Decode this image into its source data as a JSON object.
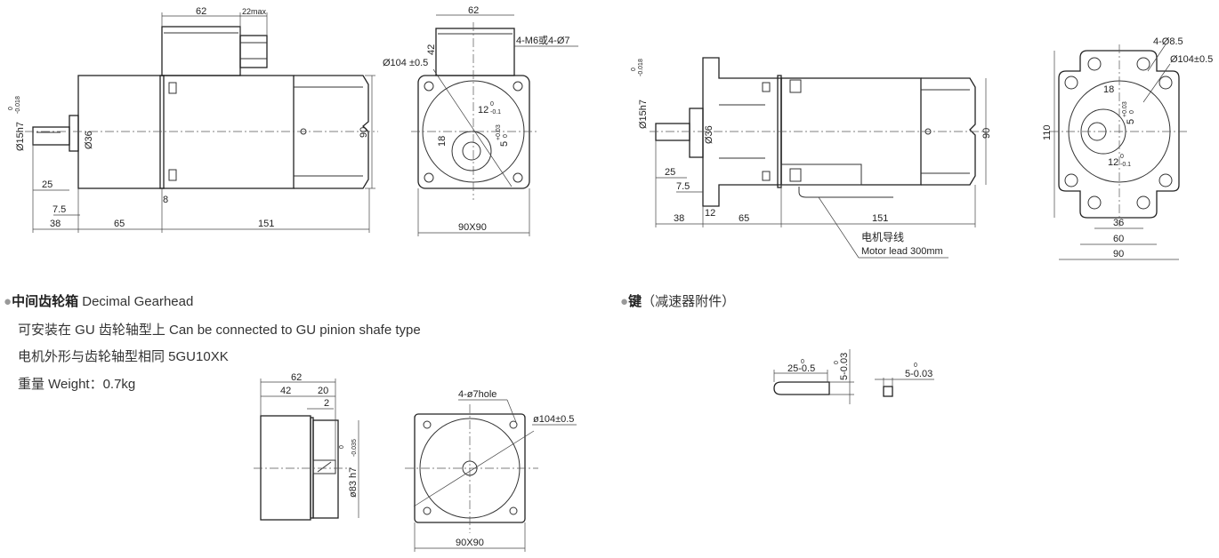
{
  "drawing_motor_a": {
    "side": {
      "d62": "62",
      "d22": "22max",
      "shaft_dia": "Ø15h7",
      "tol_up": "0",
      "tol_low": "-0.018",
      "boss": "Ø36",
      "height": "90",
      "d25": "25",
      "d75": "7.5",
      "d8": "8",
      "d38": "38",
      "d65": "65",
      "d151": "151"
    },
    "front": {
      "d62": "62",
      "d42": "42",
      "circle": "Ø104 ±0.5",
      "holes": "4-M6或4-Ø7",
      "d12": "12",
      "d12_up": "0",
      "d12_low": "-0.1",
      "d18": "18",
      "d5": "5",
      "d5_up": "+0.03",
      "d5_low": "0",
      "square": "90X90"
    }
  },
  "drawing_motor_b": {
    "side": {
      "shaft_dia": "Ø15h7",
      "tol_up": "0",
      "tol_low": "-0.018",
      "boss": "Ø36",
      "height": "90",
      "d25": "25",
      "d75": "7.5",
      "d12": "12",
      "d38": "38",
      "d65": "65",
      "d151": "151",
      "lead_cn": "电机导线",
      "lead_en": "Motor lead 300mm"
    },
    "front": {
      "holes": "4-Ø8.5",
      "circle": "Ø104±0.5",
      "d18": "18",
      "d5": "5",
      "d5_up": "+0.03",
      "d5_low": "0",
      "d110": "110",
      "d12": "12",
      "d12_up": "0",
      "d12_low": "-0.1",
      "d36": "36",
      "d60": "60",
      "d90": "90"
    }
  },
  "gearhead_section": {
    "bullet": "●",
    "title_cn": "中间齿轮箱",
    "title_en": "Decimal Gearhead",
    "line1": "可安装在 GU 齿轮轴型上 Can be connected to GU pinion shafe type",
    "line2": "电机外形与齿轮轴型相同 5GU10XK",
    "line3": "重量 Weight：0.7kg",
    "side": {
      "d62": "62",
      "d42": "42",
      "d20": "20",
      "d2": "2",
      "dia": "ø83 h7",
      "tol_up": "0",
      "tol_low": "-0.035"
    },
    "front": {
      "holes": "4-ø7hole",
      "circle": "ø104±0.5",
      "square": "90X90"
    }
  },
  "key_section": {
    "bullet": "●",
    "title_cn": "键",
    "title_sub": "（减速器附件）",
    "key_length": "25-0.5",
    "key_length_up": "0",
    "key_width": "5-0.03",
    "key_width_up": "0",
    "key_end_width": "5-0.03",
    "key_end_width_up": "0"
  }
}
